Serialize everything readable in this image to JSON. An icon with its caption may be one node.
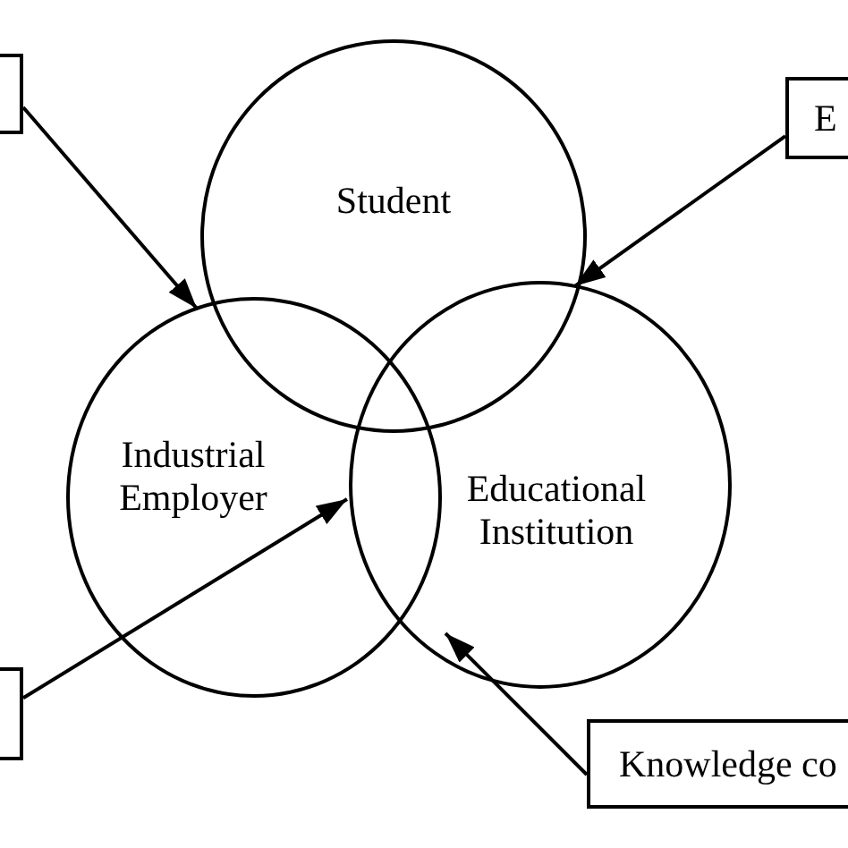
{
  "diagram": {
    "nodes": [
      {
        "text": [
          "Student"
        ]
      },
      {
        "text": [],
        "shape": "box"
      },
      {
        "text": [
          "E"
        ]
      },
      {
        "text": [
          "Industrial Employer"
        ]
      },
      {
        "text": [
          "Educational Institution"
        ]
      },
      {
        "text": [],
        "shape": "box"
      },
      {
        "text": [
          "Knowledge co"
        ]
      }
    ],
    "edges": [
      {
        "from": 1,
        "to": 3,
        "arrow": "to"
      },
      {
        "from": 2,
        "to": 4,
        "arrow": "to"
      },
      {
        "from": 5,
        "to": 3,
        "arrow": "to"
      },
      {
        "from": 6,
        "to": 4,
        "arrow": "to"
      }
    ]
  }
}
